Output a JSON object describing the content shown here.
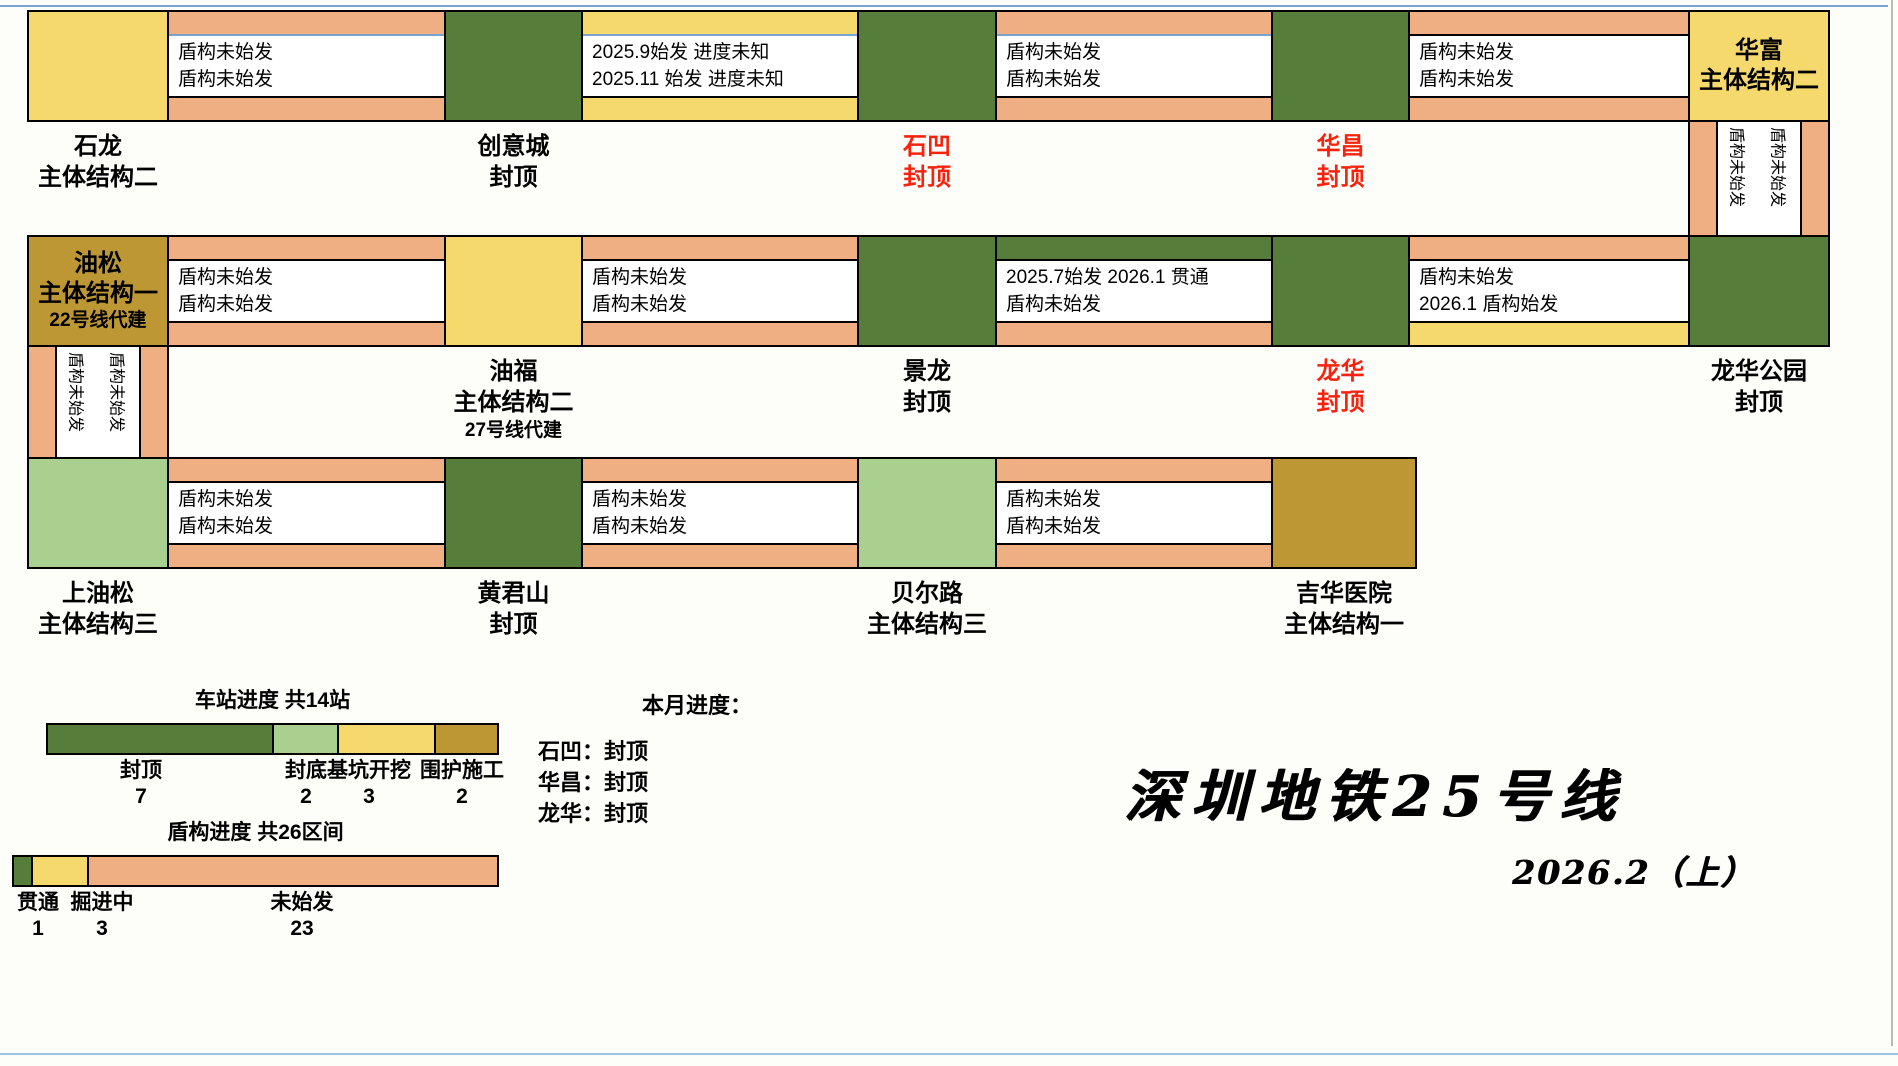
{
  "title": {
    "main": "深圳地铁25号线",
    "date": "2026.2（上）"
  },
  "colors": {
    "capped": "#567d3a",
    "bottom_sealed": "#a9d08e",
    "excavation": "#f5d96d",
    "enclosure": "#bd9733",
    "through": "#567d3a",
    "boring": "#f5d96d",
    "not_started": "#efaf82",
    "highlight_red": "#f8230f",
    "chrome_blue": "#7ba3cf"
  },
  "rows": [
    {
      "items": [
        {
          "kind": "station",
          "name": "石龙",
          "status": "主体结构二",
          "status_key": "excavation",
          "label_color": "black"
        },
        {
          "kind": "segment",
          "tracks": [
            {
              "text": "盾构未始发",
              "status_key": "not_started"
            },
            {
              "text": "盾构未始发",
              "status_key": "not_started"
            }
          ]
        },
        {
          "kind": "station",
          "name": "创意城",
          "status": "封顶",
          "status_key": "capped",
          "label_color": "black"
        },
        {
          "kind": "segment",
          "tracks": [
            {
              "text": "2025.9始发 进度未知",
              "status_key": "boring"
            },
            {
              "text": "2025.11 始发 进度未知",
              "status_key": "boring"
            }
          ]
        },
        {
          "kind": "station",
          "name": "石凹",
          "status": "封顶",
          "status_key": "capped",
          "label_color": "red"
        },
        {
          "kind": "segment",
          "tracks": [
            {
              "text": "盾构未始发",
              "status_key": "not_started"
            },
            {
              "text": "盾构未始发",
              "status_key": "not_started"
            }
          ]
        },
        {
          "kind": "station",
          "name": "华昌",
          "status": "封顶",
          "status_key": "capped",
          "label_color": "red"
        },
        {
          "kind": "segment",
          "tracks": [
            {
              "text": "盾构未始发",
              "status_key": "not_started"
            },
            {
              "text": "盾构未始发",
              "status_key": "not_started"
            }
          ]
        },
        {
          "kind": "station",
          "name": "华富",
          "status": "主体结构二",
          "status_key": "excavation",
          "label_color": "black",
          "label_inside": true
        }
      ]
    },
    {
      "items": [
        {
          "kind": "station",
          "name": "油松",
          "status": "主体结构一",
          "note": "22号线代建",
          "status_key": "enclosure",
          "label_color": "black",
          "label_inside": true
        },
        {
          "kind": "segment",
          "tracks": [
            {
              "text": "盾构未始发",
              "status_key": "not_started"
            },
            {
              "text": "盾构未始发",
              "status_key": "not_started"
            }
          ]
        },
        {
          "kind": "station",
          "name": "油福",
          "status": "主体结构二",
          "note": "27号线代建",
          "status_key": "excavation",
          "label_color": "black"
        },
        {
          "kind": "segment",
          "tracks": [
            {
              "text": "盾构未始发",
              "status_key": "not_started"
            },
            {
              "text": "盾构未始发",
              "status_key": "not_started"
            }
          ]
        },
        {
          "kind": "station",
          "name": "景龙",
          "status": "封顶",
          "status_key": "capped",
          "label_color": "black"
        },
        {
          "kind": "segment",
          "tracks": [
            {
              "text": "2025.7始发 2026.1 贯通",
              "status_key": "through"
            },
            {
              "text": "盾构未始发",
              "status_key": "not_started"
            }
          ]
        },
        {
          "kind": "station",
          "name": "龙华",
          "status": "封顶",
          "status_key": "capped",
          "label_color": "red"
        },
        {
          "kind": "segment",
          "tracks": [
            {
              "text": "盾构未始发",
              "status_key": "not_started"
            },
            {
              "text": "2026.1 盾构始发",
              "status_key": "boring"
            }
          ]
        },
        {
          "kind": "station",
          "name": "龙华公园",
          "status": "封顶",
          "status_key": "capped",
          "label_color": "black"
        }
      ]
    },
    {
      "items": [
        {
          "kind": "station",
          "name": "上油松",
          "status": "主体结构三",
          "status_key": "bottom_sealed",
          "label_color": "black"
        },
        {
          "kind": "segment",
          "tracks": [
            {
              "text": "盾构未始发",
              "status_key": "not_started"
            },
            {
              "text": "盾构未始发",
              "status_key": "not_started"
            }
          ]
        },
        {
          "kind": "station",
          "name": "黄君山",
          "status": "封顶",
          "status_key": "capped",
          "label_color": "black"
        },
        {
          "kind": "segment",
          "tracks": [
            {
              "text": "盾构未始发",
              "status_key": "not_started"
            },
            {
              "text": "盾构未始发",
              "status_key": "not_started"
            }
          ]
        },
        {
          "kind": "station",
          "name": "贝尔路",
          "status": "主体结构三",
          "status_key": "bottom_sealed",
          "label_color": "black"
        },
        {
          "kind": "segment",
          "tracks": [
            {
              "text": "盾构未始发",
              "status_key": "not_started"
            },
            {
              "text": "盾构未始发",
              "status_key": "not_started"
            }
          ]
        },
        {
          "kind": "station",
          "name": "吉华医院",
          "status": "主体结构一",
          "status_key": "enclosure",
          "label_color": "black"
        }
      ]
    }
  ],
  "connectors": [
    {
      "between": "华富-龙华公园",
      "tracks": [
        {
          "text": "盾构未始发",
          "status_key": "not_started"
        },
        {
          "text": "盾构未始发",
          "status_key": "not_started"
        }
      ]
    },
    {
      "between": "油松-上油松",
      "tracks": [
        {
          "text": "盾构未始发",
          "status_key": "not_started"
        },
        {
          "text": "盾构未始发",
          "status_key": "not_started"
        }
      ]
    }
  ],
  "legend_station": {
    "title": "车站进度 共14站",
    "entries": [
      {
        "label": "封顶",
        "count": "7",
        "status_key": "capped"
      },
      {
        "label": "封底",
        "count": "2",
        "status_key": "bottom_sealed"
      },
      {
        "label": "基坑开挖",
        "count": "3",
        "status_key": "excavation"
      },
      {
        "label": "围护施工",
        "count": "2",
        "status_key": "enclosure"
      }
    ]
  },
  "legend_shield": {
    "title": "盾构进度 共26区间",
    "entries": [
      {
        "label": "贯通",
        "count": "1",
        "status_key": "through"
      },
      {
        "label": "掘进中",
        "count": "3",
        "status_key": "boring"
      },
      {
        "label": "未始发",
        "count": "23",
        "status_key": "not_started"
      }
    ]
  },
  "monthly": {
    "title": "本月进度：",
    "items": [
      "石凹：封顶",
      "华昌：封顶",
      "龙华：封顶"
    ]
  }
}
